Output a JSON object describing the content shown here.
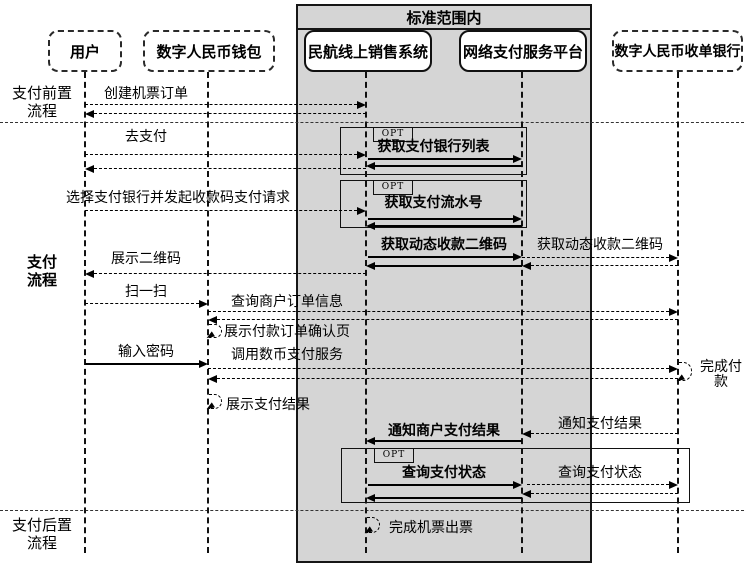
{
  "frame": {
    "title": "标准范围内"
  },
  "actors": {
    "user": "用户",
    "wallet": "数字人民币钱包",
    "airline": "民航线上销售系统",
    "payment": "网络支付服务平台",
    "bank": "数字人民币收单银行"
  },
  "sections": {
    "pre_l1": "支付前置",
    "pre_l2": "流程",
    "main_l1": "支付",
    "main_l2": "流程",
    "post_l1": "支付后置",
    "post_l2": "流程"
  },
  "fragment_tag": "OPT",
  "messages": {
    "create_order": "创建机票订单",
    "go_pay": "去支付",
    "get_bank_list": "获取支付银行列表",
    "select_bank_request": "选择支付银行并发起收款码支付请求",
    "get_serial_no": "获取支付流水号",
    "get_qr_left": "获取动态收款二维码",
    "get_qr_right": "获取动态收款二维码",
    "show_qr": "展示二维码",
    "scan": "扫一扫",
    "query_order_info": "查询商户订单信息",
    "show_confirm_page": "展示付款订单确认页",
    "enter_password": "输入密码",
    "call_payment_service": "调用数币支付服务",
    "complete_payment": "完成付款",
    "show_result": "展示支付结果",
    "notify_merchant_result": "通知商户支付结果",
    "notify_result": "通知支付结果",
    "query_status_left": "查询支付状态",
    "query_status_right": "查询支付状态",
    "complete_ticketing": "完成机票出票"
  },
  "colors": {
    "frame_fill": "#d5d5d5",
    "line": "#000000",
    "background": "#ffffff"
  }
}
